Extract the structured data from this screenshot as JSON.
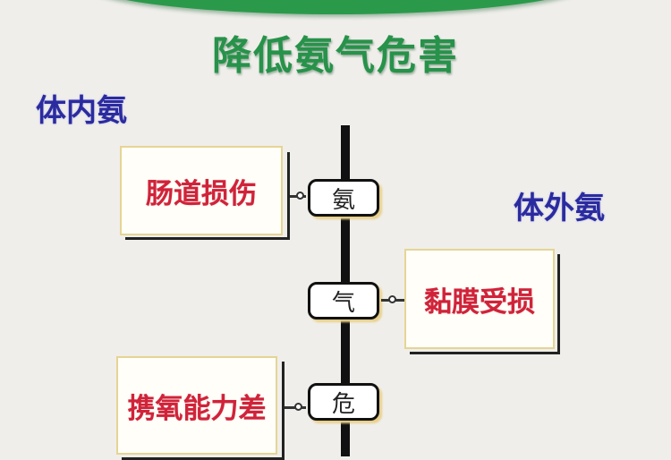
{
  "title": "降低氨气危害",
  "labels": {
    "inside": "体内氨",
    "outside": "体外氨"
  },
  "spine_nodes": [
    "氨",
    "气",
    "危"
  ],
  "cards": [
    {
      "text": "肠道损伤",
      "side": "left",
      "node": "氨"
    },
    {
      "text": "黏膜受损",
      "side": "right",
      "node": "气"
    },
    {
      "text": "携氧能力差",
      "side": "left",
      "node": "危"
    }
  ],
  "colors": {
    "title": "#27924a",
    "banner": "#2a9a4a",
    "side_label": "#2b2ba0",
    "card_text": "#d0233a",
    "card_border": "#e6d494",
    "spine": "#111111"
  }
}
